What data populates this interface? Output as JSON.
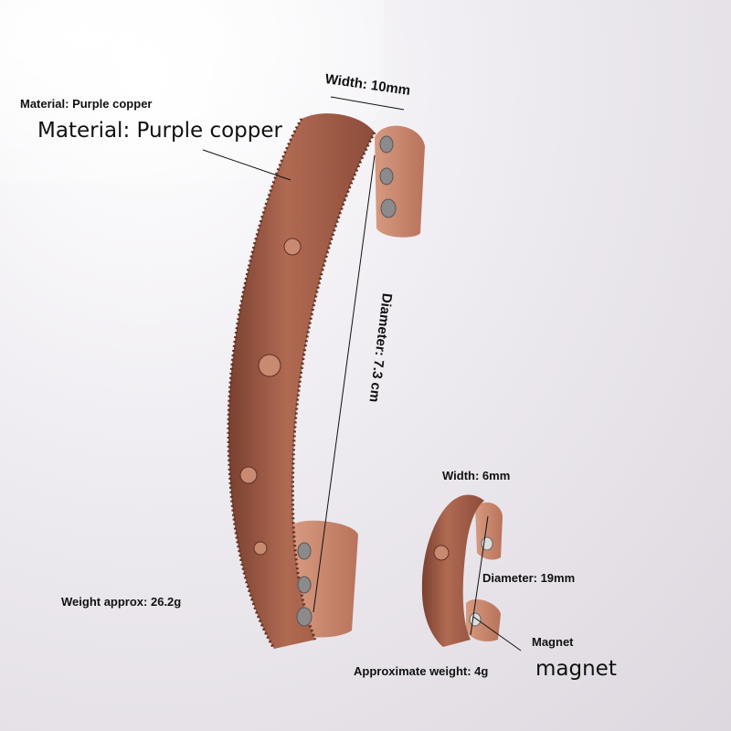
{
  "labels": {
    "material_small": "Material: Purple copper",
    "material_large": "Material: Purple copper",
    "width_large": "Width: 10mm",
    "diameter_large": "Diameter: 7.3 cm",
    "weight_large": "Weight approx: 26.2g",
    "width_small": "Width: 6mm",
    "diameter_small": "Diameter: 19mm",
    "magnet_small": "Magnet",
    "weight_small": "Approximate weight: 4g",
    "magnet_large": "magnet"
  },
  "colors": {
    "copper": "#a8614a",
    "copper_light": "#c9846a",
    "copper_dark": "#6e3a2c"
  }
}
